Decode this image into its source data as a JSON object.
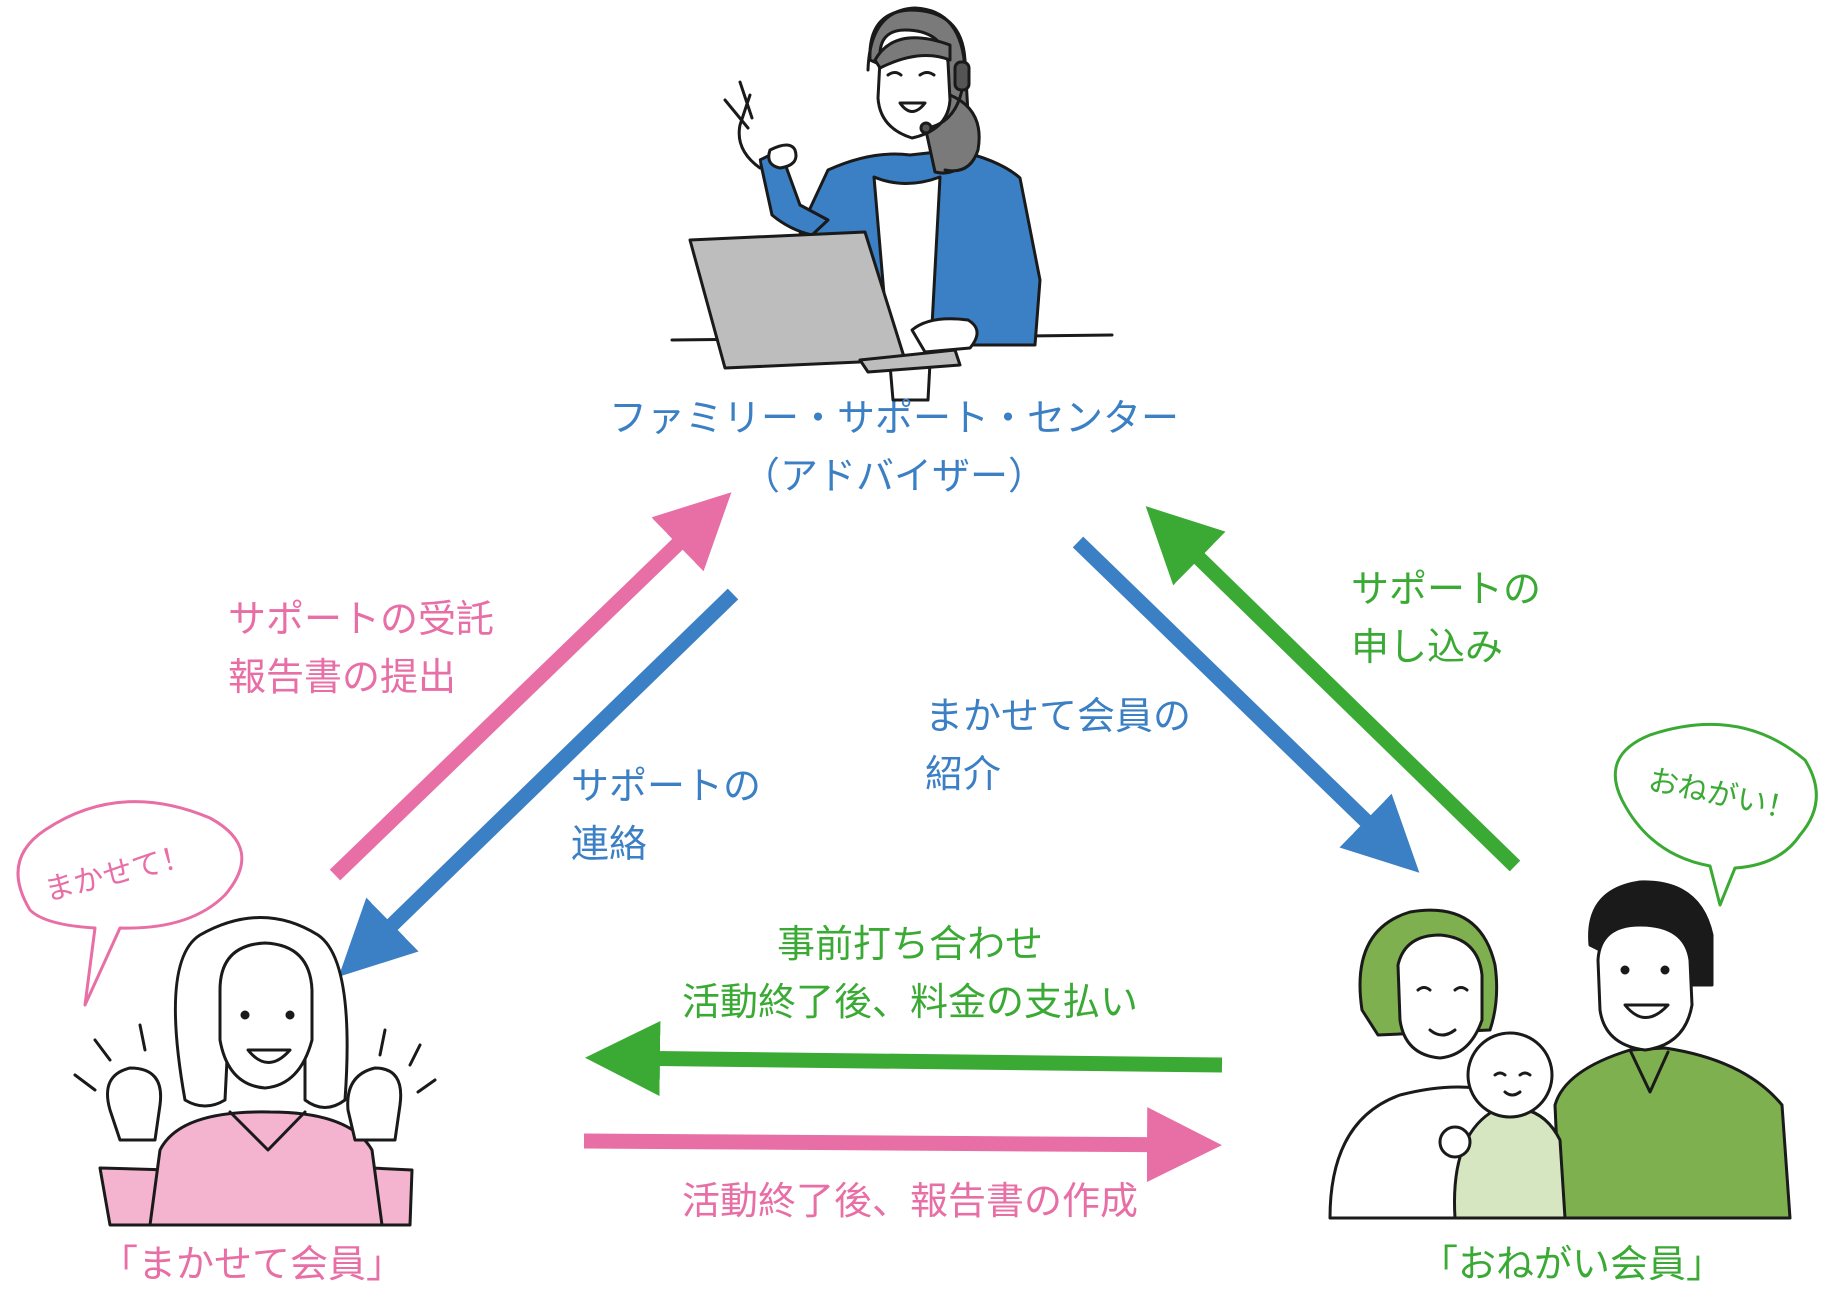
{
  "colors": {
    "blue": "#3b7fc4",
    "pink": "#e86ea6",
    "green": "#3aaa35",
    "laptop": "#bdbdbd",
    "ink": "#1a1a1a"
  },
  "center": {
    "name": "ファミリー・サポート・センター",
    "sub": "（アドバイザー）"
  },
  "left_member": {
    "name": "「まかせて会員」",
    "bubble": "まかせて！"
  },
  "right_member": {
    "name": "「おねがい会員」",
    "bubble": "おねがい！"
  },
  "flows": {
    "left_up": {
      "line1": "サポートの受託",
      "line2": "報告書の提出"
    },
    "left_down": {
      "line1": "サポートの",
      "line2": "連絡"
    },
    "right_down": {
      "line1": "まかせて会員の",
      "line2": "紹介"
    },
    "right_up": {
      "line1": "サポートの",
      "line2": "申し込み"
    },
    "bottom_left": {
      "line1": "事前打ち合わせ",
      "line2": "活動終了後、料金の支払い"
    },
    "bottom_right": {
      "line1": "活動終了後、報告書の作成"
    }
  }
}
